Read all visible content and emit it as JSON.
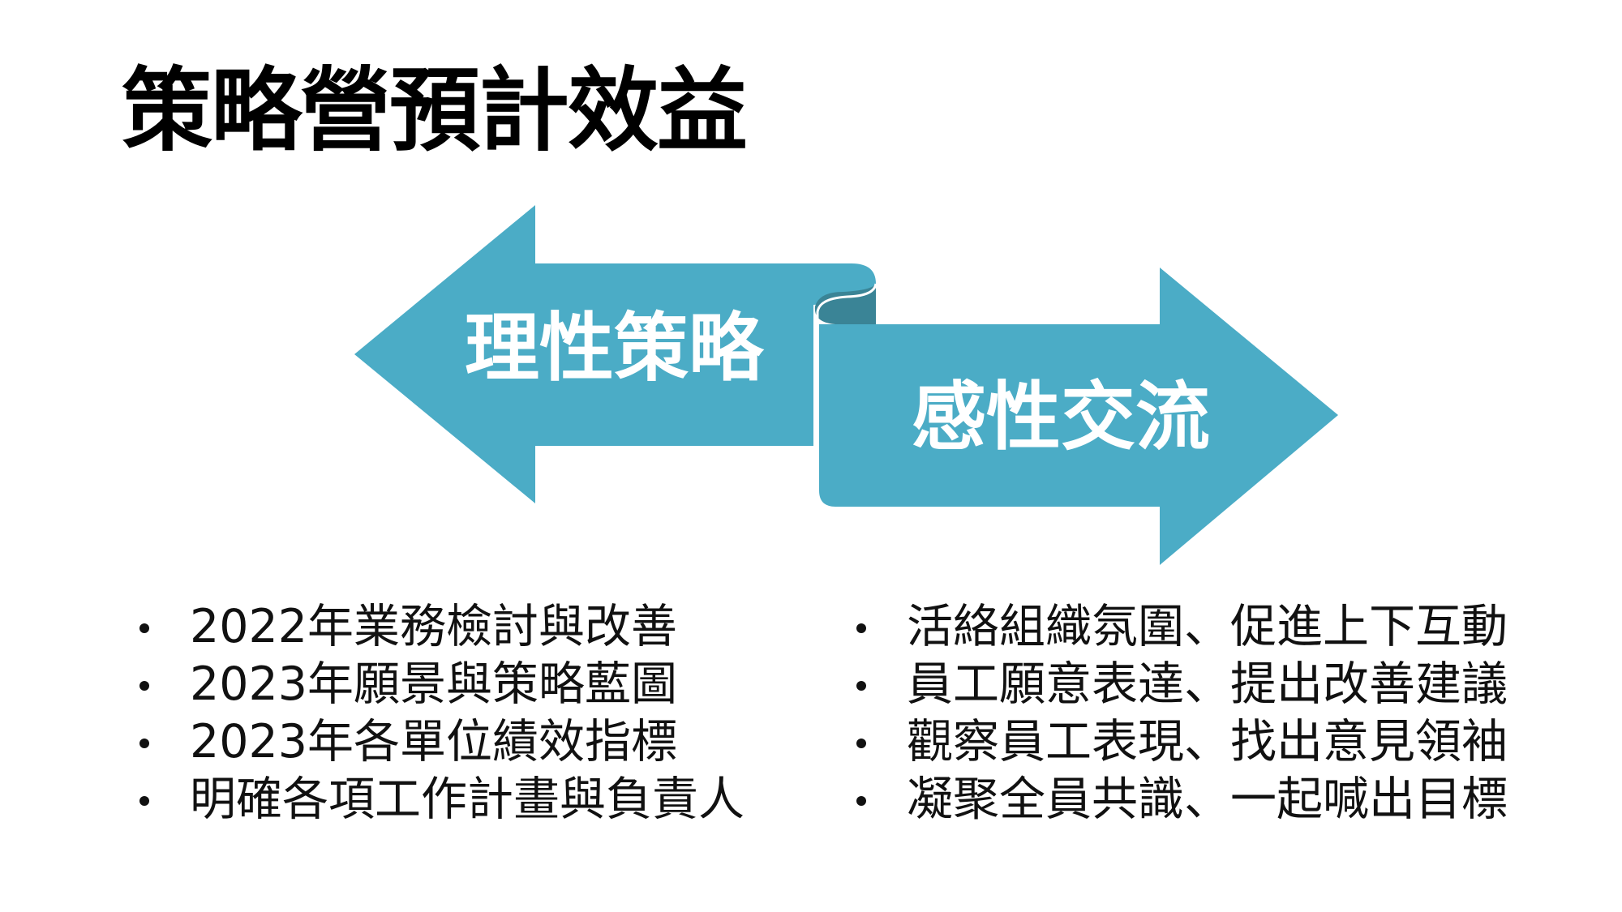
{
  "slide": {
    "title": "策略營預計效益",
    "left_arrow_label": "理性策略",
    "right_arrow_label": "感性交流",
    "left_items": [
      "2022年業務檢討與改善",
      "2023年願景與策略藍圖",
      "2023年各單位績效指標",
      "明確各項工作計畫與負責人"
    ],
    "right_items": [
      "活絡組織氛圍、促進上下互動",
      "員工願意表達、提出改善建議",
      "觀察員工表現、找出意見領袖",
      "凝聚全員共識、一起喊出目標"
    ]
  },
  "colors": {
    "arrow": "#4BACC6",
    "curl": "#3A8496"
  }
}
